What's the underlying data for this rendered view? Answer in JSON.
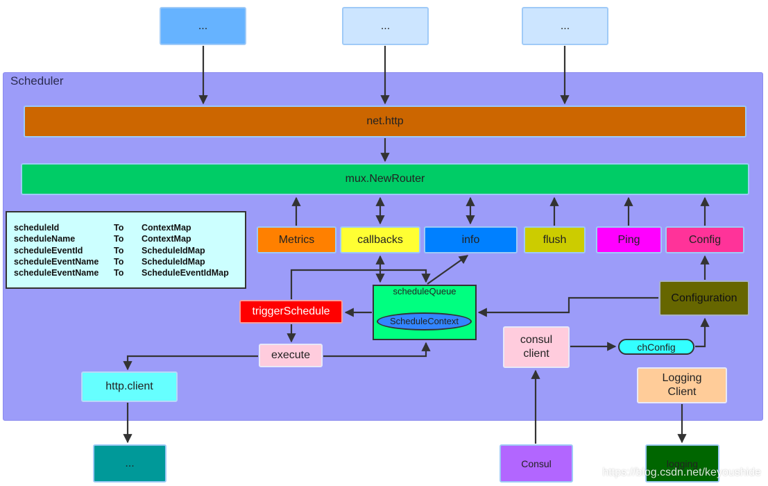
{
  "top_boxes": [
    "...",
    "...",
    "..."
  ],
  "container_title": "Scheduler",
  "net_http": "net.http",
  "mux_router": "mux.NewRouter",
  "legend_rows": [
    {
      "from": "scheduleId",
      "to": "To",
      "target": "ContextMap"
    },
    {
      "from": "scheduleName",
      "to": "To",
      "target": "ContextMap"
    },
    {
      "from": "scheduleEventId",
      "to": "To",
      "target": "ScheduleIdMap"
    },
    {
      "from": "scheduleEventName",
      "to": "To",
      "target": "ScheduleIdMap"
    },
    {
      "from": "scheduleEventName",
      "to": "To",
      "target": "ScheduleEventIdMap"
    }
  ],
  "handlers": {
    "metrics": "Metrics",
    "callbacks": "callbacks",
    "info": "info",
    "flush": "flush",
    "ping": "Ping",
    "config": "Config"
  },
  "schedule_queue": "scheduleQueue",
  "schedule_context": "ScheduleContext",
  "trigger_schedule": "triggerSchedule",
  "execute": "execute",
  "configuration": "Configuration",
  "consul_client": "consul\nclient",
  "ch_config": "chConfig",
  "logging_client": "Logging\nClient",
  "http_client": "http.client",
  "bottom_boxes": {
    "teal": "...",
    "consul": "Consul",
    "logging": "logging"
  },
  "watermark": "https://blog.csdn.net/keyoushide",
  "colors": {
    "container": "#9c9cf9",
    "net_http": "#cc6600",
    "mux_router": "#00cc66",
    "metrics": "#ff8000",
    "callbacks": "#ffff33",
    "info": "#0080ff",
    "flush": "#cccc00",
    "ping": "#ff00ff",
    "config": "#ff3399",
    "schedule_queue": "#00ff80",
    "trigger_schedule": "#ff0000",
    "configuration": "#666600",
    "ch_config": "#33ffff",
    "http_client": "#66ffff",
    "logging_client": "#ffcc99",
    "bottom_teal": "#009999",
    "bottom_consul": "#b266ff",
    "bottom_logging": "#006600"
  }
}
